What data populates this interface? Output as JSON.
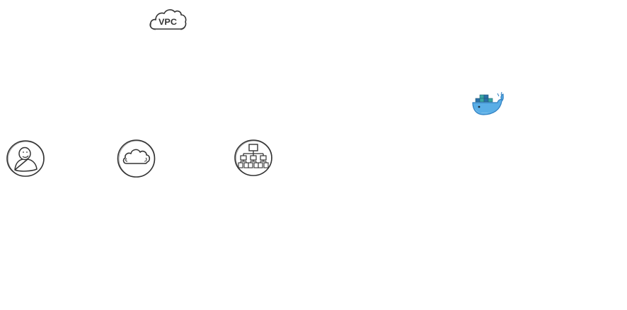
{
  "diagram": {
    "nodes": [
      {
        "id": "vpc",
        "icon": "vpc-cloud-icon",
        "label": "VPC"
      },
      {
        "id": "docker",
        "icon": "docker-whale-icon"
      },
      {
        "id": "user",
        "icon": "user-icon"
      },
      {
        "id": "cloud",
        "icon": "cloud-icon"
      },
      {
        "id": "network",
        "icon": "network-hierarchy-icon"
      }
    ],
    "colors": {
      "stroke": "#333333",
      "whale": "#5aaee6",
      "whale_dark": "#2f7fc1",
      "container_teal": "#3aa7a2",
      "container_blue": "#2a6fa8"
    }
  }
}
